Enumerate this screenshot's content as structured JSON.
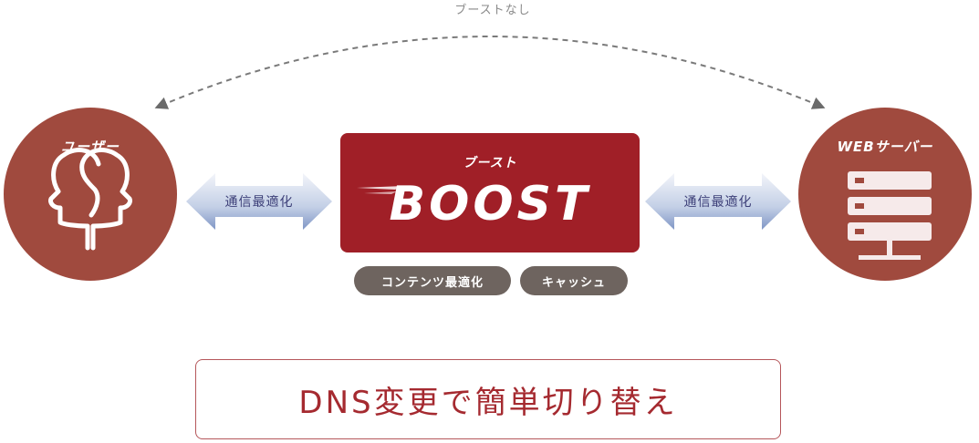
{
  "top_arc": {
    "label": "ブーストなし"
  },
  "user": {
    "label": "ユーザー",
    "icon": "two-heads-icon"
  },
  "server": {
    "label": "WEBサーバー",
    "icon": "server-rack-icon"
  },
  "left_arrow": {
    "label": "通信最適化"
  },
  "right_arrow": {
    "label": "通信最適化"
  },
  "boost": {
    "subtitle": "ブースト",
    "title": "BOOST"
  },
  "features": [
    "コンテンツ最適化",
    "キャッシュ"
  ],
  "cta": {
    "label": "DNS変更で簡単切り替え"
  },
  "colors": {
    "circle": "#a04a3e",
    "boost": "#a01f27",
    "pill": "#6e645f",
    "arrow_light": "#e6e9f3",
    "arrow_dark": "#7f96c5",
    "cta_text": "#a52a30"
  }
}
